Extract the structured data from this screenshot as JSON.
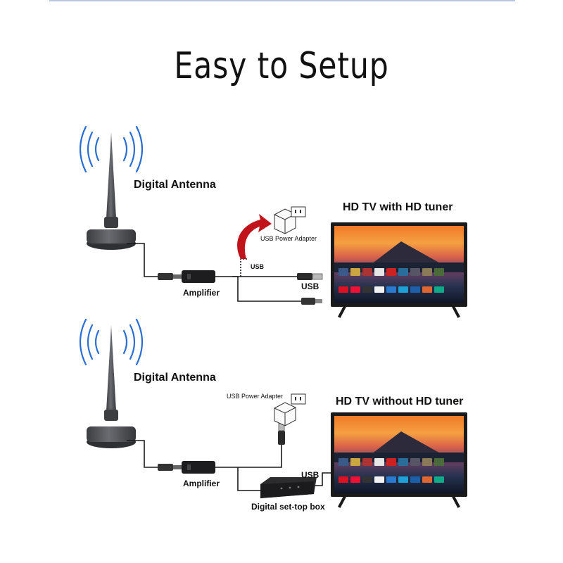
{
  "title": "Easy to Setup",
  "scenes": [
    {
      "antenna_label": "Digital Antenna",
      "tv_label": "HD TV  with HD tuner",
      "adapter_label": "USB Power Adapter",
      "usb_small": "USB",
      "usb_label": "USB",
      "amplifier_label": "Amplifier"
    },
    {
      "antenna_label": "Digital Antenna",
      "tv_label": "HD TV  without HD tuner",
      "adapter_label": "USB Power Adapter",
      "usb_label": "USB",
      "amplifier_label": "Amplifier",
      "settop_label": "Digital set-top box"
    }
  ],
  "colors": {
    "signal_wave": "#2a6fd6",
    "antenna_body": "#4a4c50",
    "cable": "#1a1a1a",
    "arrow": "#c0141a",
    "tv_frame": "#1a1a1a"
  }
}
